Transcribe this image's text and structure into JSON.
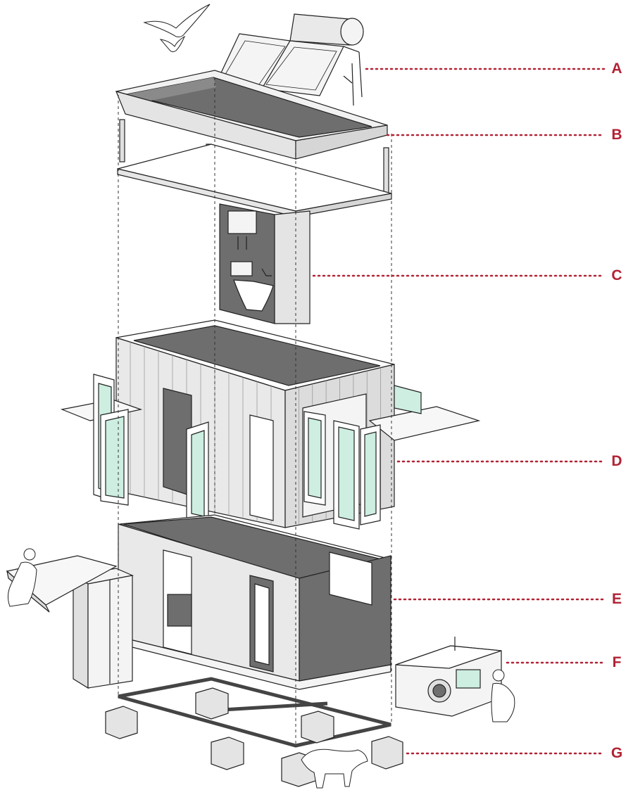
{
  "callouts": [
    {
      "label": "A",
      "part": "solar-water-heater"
    },
    {
      "label": "B",
      "part": "roof-module"
    },
    {
      "label": "C",
      "part": "wet-core-bathroom"
    },
    {
      "label": "D",
      "part": "clad-wall-module"
    },
    {
      "label": "E",
      "part": "interior-partitions"
    },
    {
      "label": "F",
      "part": "kitchen-laundry-unit"
    },
    {
      "label": "G",
      "part": "foundation-frame"
    }
  ],
  "colors": {
    "accent": "#b22234",
    "line": "#222222",
    "panel_light": "#ececec",
    "panel_mid": "#d6d6d6",
    "panel_dark": "#6e6e6e",
    "glass": "#cdeee0"
  }
}
